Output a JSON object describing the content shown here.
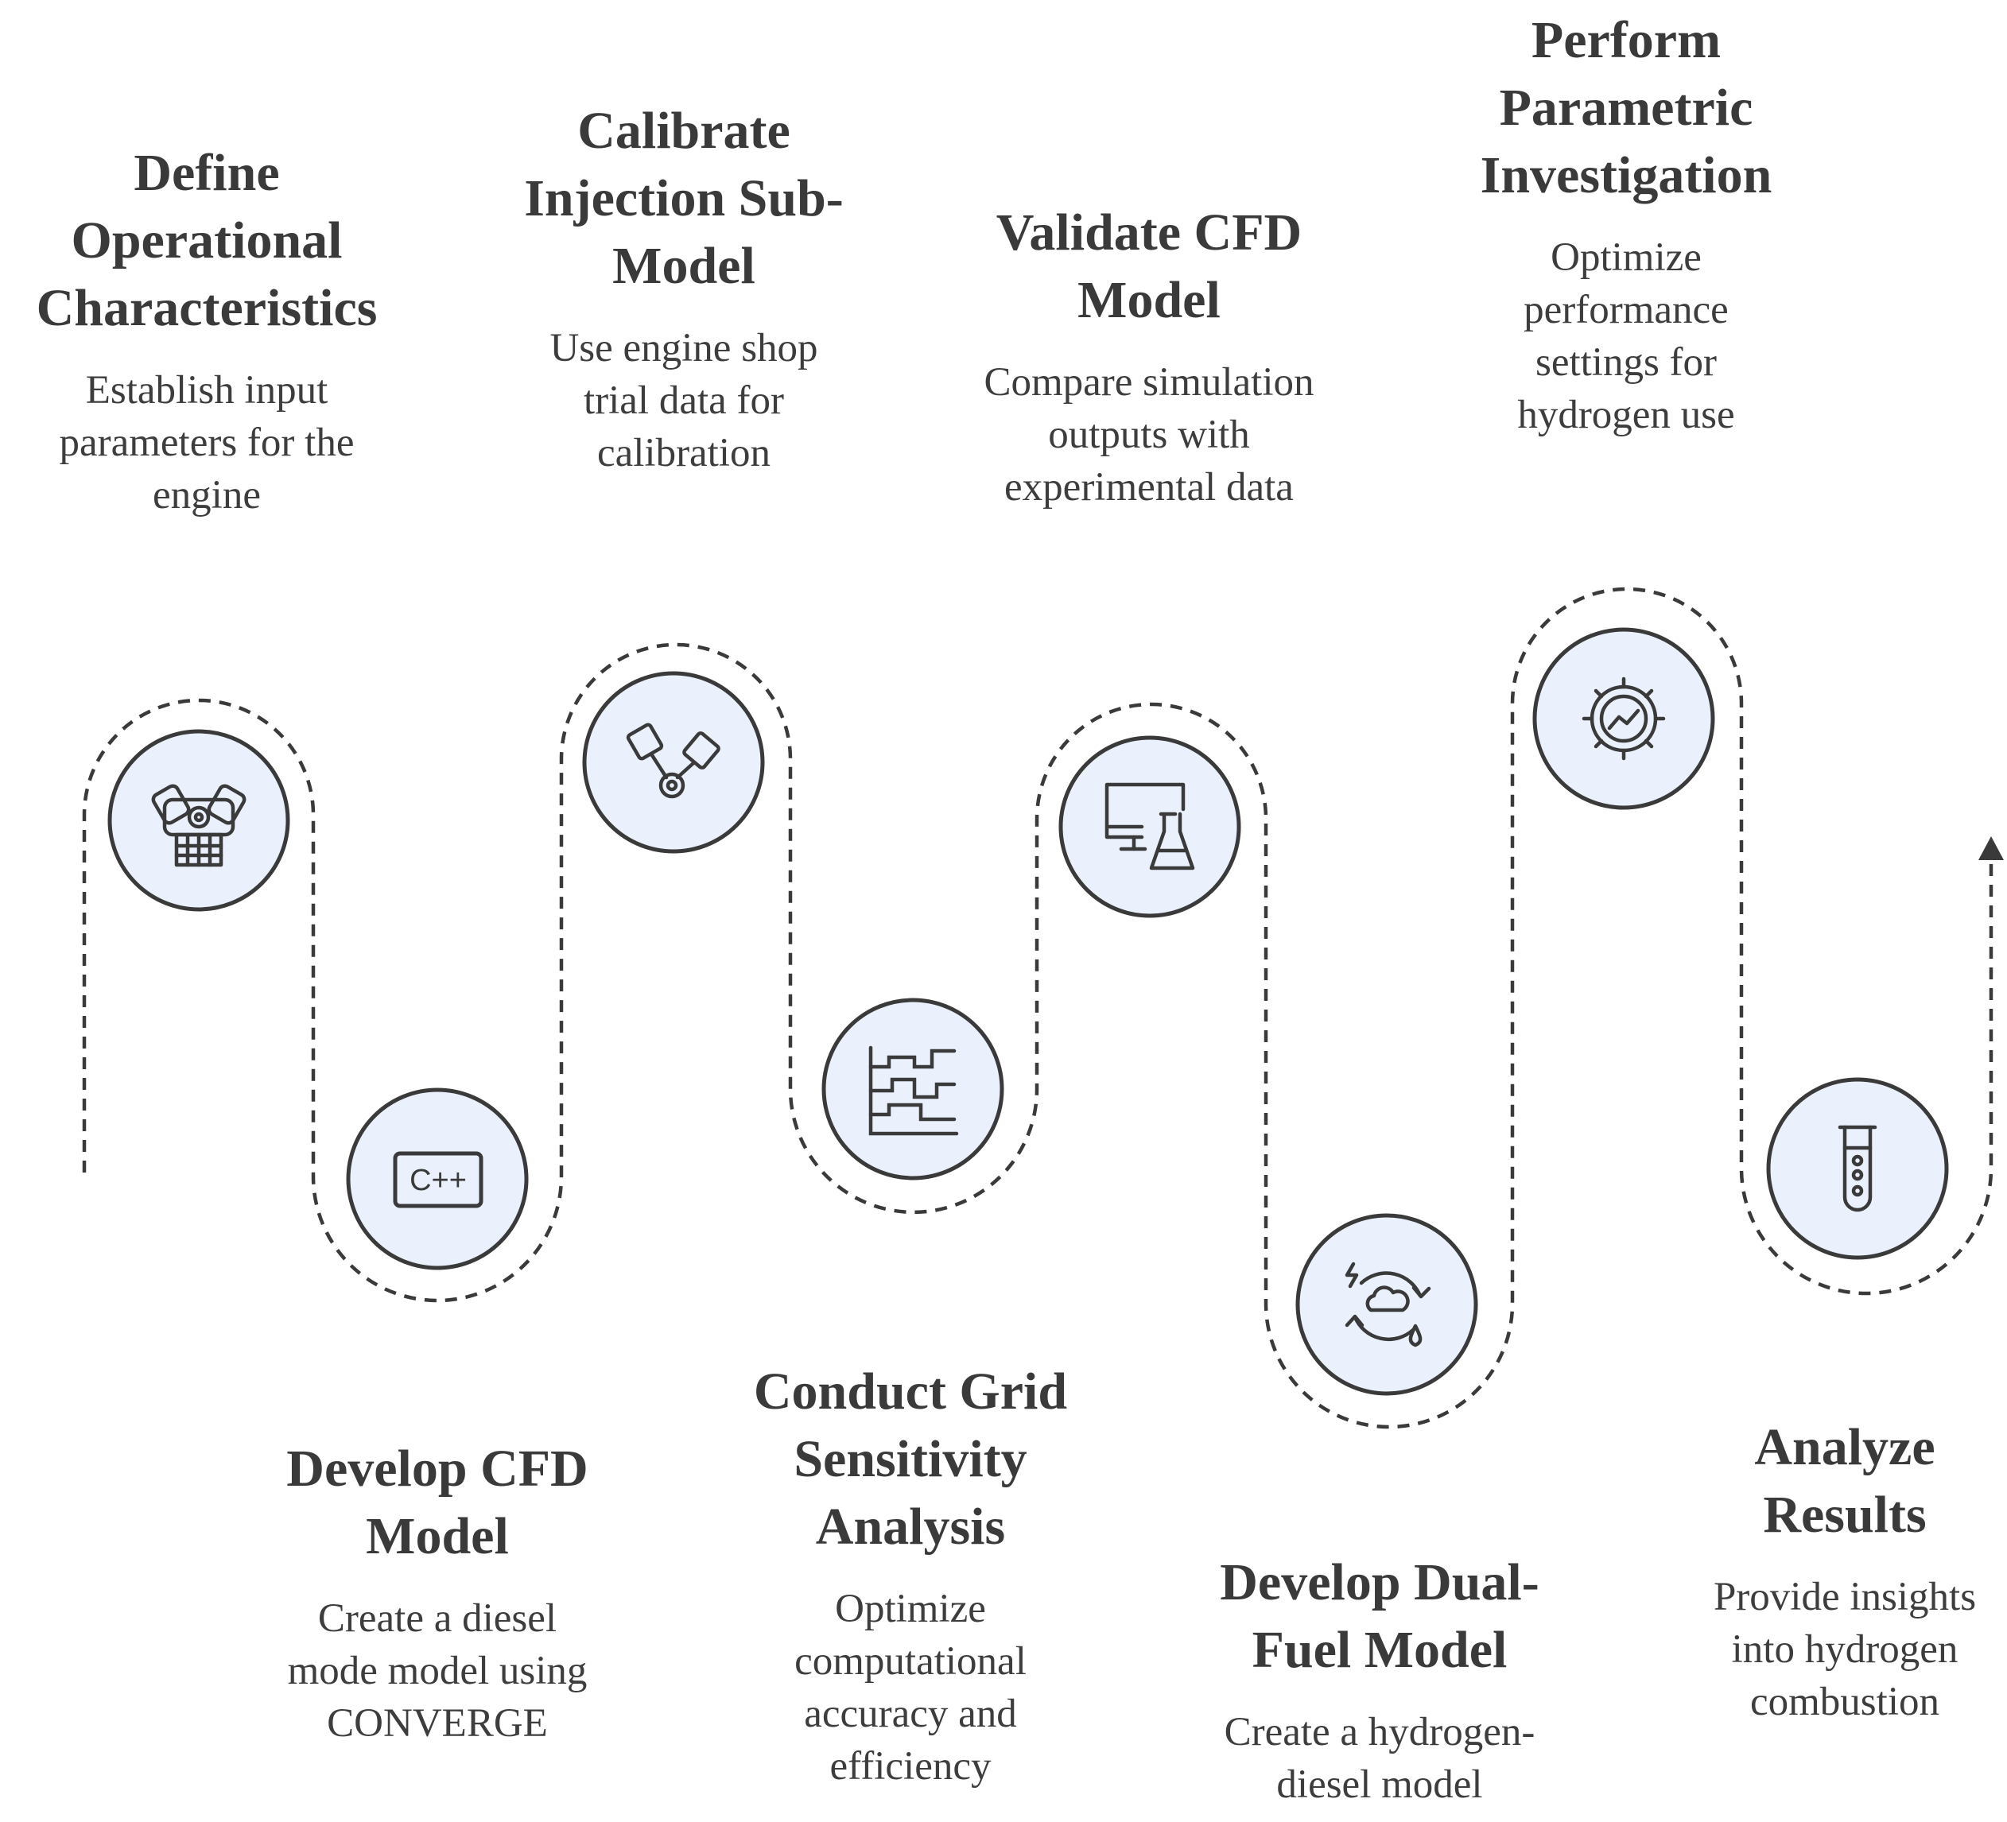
{
  "steps": [
    {
      "key": "s1",
      "title": "Define Operational Characteristics",
      "desc": "Establish input parameters for the engine",
      "icon": "engine-gear-icon"
    },
    {
      "key": "s2",
      "title": "Develop CFD Model",
      "desc": "Create a diesel mode model using CONVERGE",
      "icon": "cpp-code-icon"
    },
    {
      "key": "s3",
      "title": "Calibrate Injection Sub-Model",
      "desc": "Use engine shop trial data for calibration",
      "icon": "pistons-icon"
    },
    {
      "key": "s4",
      "title": "Conduct Grid Sensitivity Analysis",
      "desc": "Optimize computational accuracy and efficiency",
      "icon": "step-chart-icon"
    },
    {
      "key": "s5",
      "title": "Validate CFD Model",
      "desc": "Compare simulation outputs with experimental data",
      "icon": "monitor-flask-icon"
    },
    {
      "key": "s6",
      "title": "Develop Dual-Fuel Model",
      "desc": "Create a hydrogen-diesel model",
      "icon": "hydrogen-cycle-icon"
    },
    {
      "key": "s7",
      "title": "Perform Parametric Investigation",
      "desc": "Optimize performance settings for hydrogen use",
      "icon": "gear-chart-icon"
    },
    {
      "key": "s8",
      "title": "Analyze Results",
      "desc": "Provide insights into hydrogen combustion",
      "icon": "test-tube-icon"
    }
  ],
  "colors": {
    "circle_fill": "#eaf1fd",
    "stroke": "#3a3a3a",
    "text": "#3a3a3a",
    "background": "#ffffff"
  }
}
